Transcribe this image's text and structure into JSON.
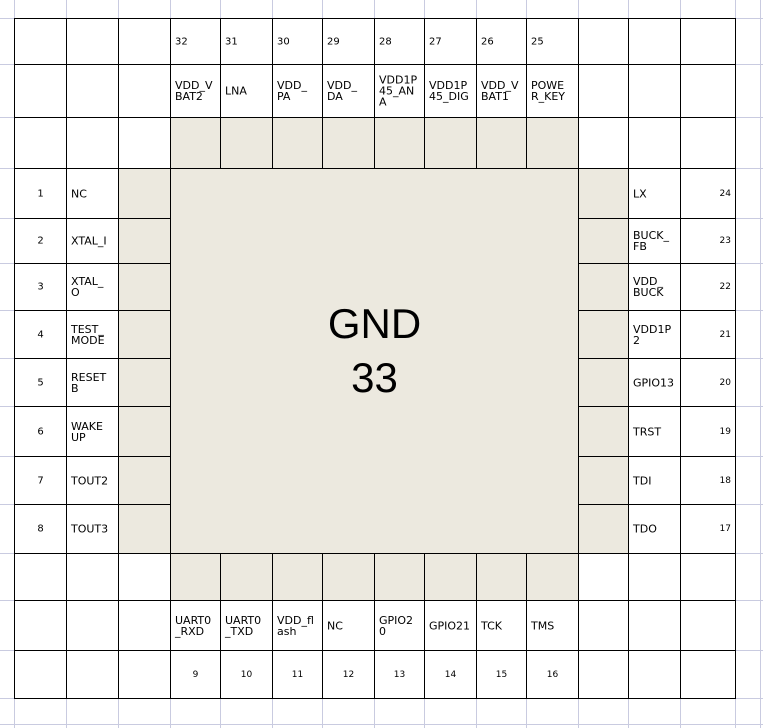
{
  "top_pins": [
    {
      "num": "32",
      "name": "VDD_V\nBAT2"
    },
    {
      "num": "31",
      "name": "LNA"
    },
    {
      "num": "30",
      "name": "VDD_\nPA"
    },
    {
      "num": "29",
      "name": "VDD_\nDA"
    },
    {
      "num": "28",
      "name": "VDD1P\n45_AN\nA"
    },
    {
      "num": "27",
      "name": "VDD1P\n45_DIG"
    },
    {
      "num": "26",
      "name": "VDD_V\nBAT1"
    },
    {
      "num": "25",
      "name": "POWE\nR_KEY"
    }
  ],
  "left_pins": [
    {
      "num": "1",
      "name": "NC"
    },
    {
      "num": "2",
      "name": "XTAL_I"
    },
    {
      "num": "3",
      "name": "XTAL_\nO"
    },
    {
      "num": "4",
      "name": "TEST_\nMODE"
    },
    {
      "num": "5",
      "name": "RESET\nB"
    },
    {
      "num": "6",
      "name": "WAKE\nUP"
    },
    {
      "num": "7",
      "name": "TOUT2"
    },
    {
      "num": "8",
      "name": "TOUT3"
    }
  ],
  "right_pins": [
    {
      "num": "24",
      "name": "LX"
    },
    {
      "num": "23",
      "name": "BUCK_\nFB"
    },
    {
      "num": "22",
      "name": "VDD_\nBUCK"
    },
    {
      "num": "21",
      "name": "VDD1P\n2"
    },
    {
      "num": "20",
      "name": "GPIO13"
    },
    {
      "num": "19",
      "name": "TRST"
    },
    {
      "num": "18",
      "name": "TDI"
    },
    {
      "num": "17",
      "name": "TDO"
    }
  ],
  "bottom_pins": [
    {
      "num": "9",
      "name": "UART0\n_RXD"
    },
    {
      "num": "10",
      "name": "UART0\n_TXD"
    },
    {
      "num": "11",
      "name": "VDD_fl\nash"
    },
    {
      "num": "12",
      "name": "NC"
    },
    {
      "num": "13",
      "name": "GPIO2\n0"
    },
    {
      "num": "14",
      "name": "GPIO21"
    },
    {
      "num": "15",
      "name": "TCK"
    },
    {
      "num": "16",
      "name": "TMS"
    }
  ],
  "center": {
    "label": "GND",
    "pin": "33"
  },
  "colors": {
    "pad_fill": "#ece9df",
    "border": "#000000",
    "grid": "#c9cbe0"
  }
}
